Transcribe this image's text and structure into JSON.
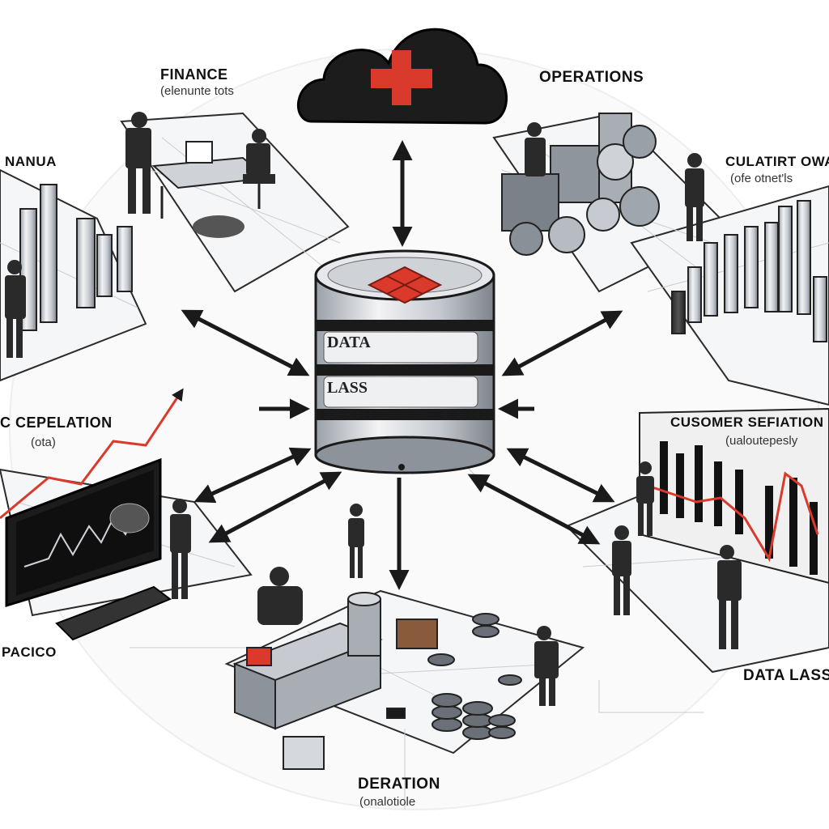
{
  "center": {
    "line1": "DATA",
    "line2": "LASS"
  },
  "labels": {
    "finance": {
      "title": "FINANCE",
      "sub": "(elenunte tots"
    },
    "operations": {
      "title": "OPERATIONS"
    },
    "nanua": {
      "title": "NANUA"
    },
    "cultiry": {
      "title": "CULATIRT OWAL",
      "sub": "(ofe otnet'ls"
    },
    "cepelation": {
      "title": "C CEPELATION",
      "sub": "(ota)"
    },
    "customer": {
      "title": "CUSOMER SEFIATION",
      "sub": "(ualoutepesly"
    },
    "pacico": {
      "title": "PACICO"
    },
    "datalass": {
      "title": "DATA LASS"
    },
    "deration": {
      "title": "DERATION",
      "sub": "(onalotiole"
    }
  },
  "icons": [
    "cloud-icon",
    "red-cross-icon",
    "database-icon",
    "monitor-icon",
    "keyboard-icon"
  ],
  "colors": {
    "accent": "#d93a2b",
    "ink": "#1a1a1a",
    "grid": "#c9ccd2",
    "platform": "#f4f5f7"
  }
}
